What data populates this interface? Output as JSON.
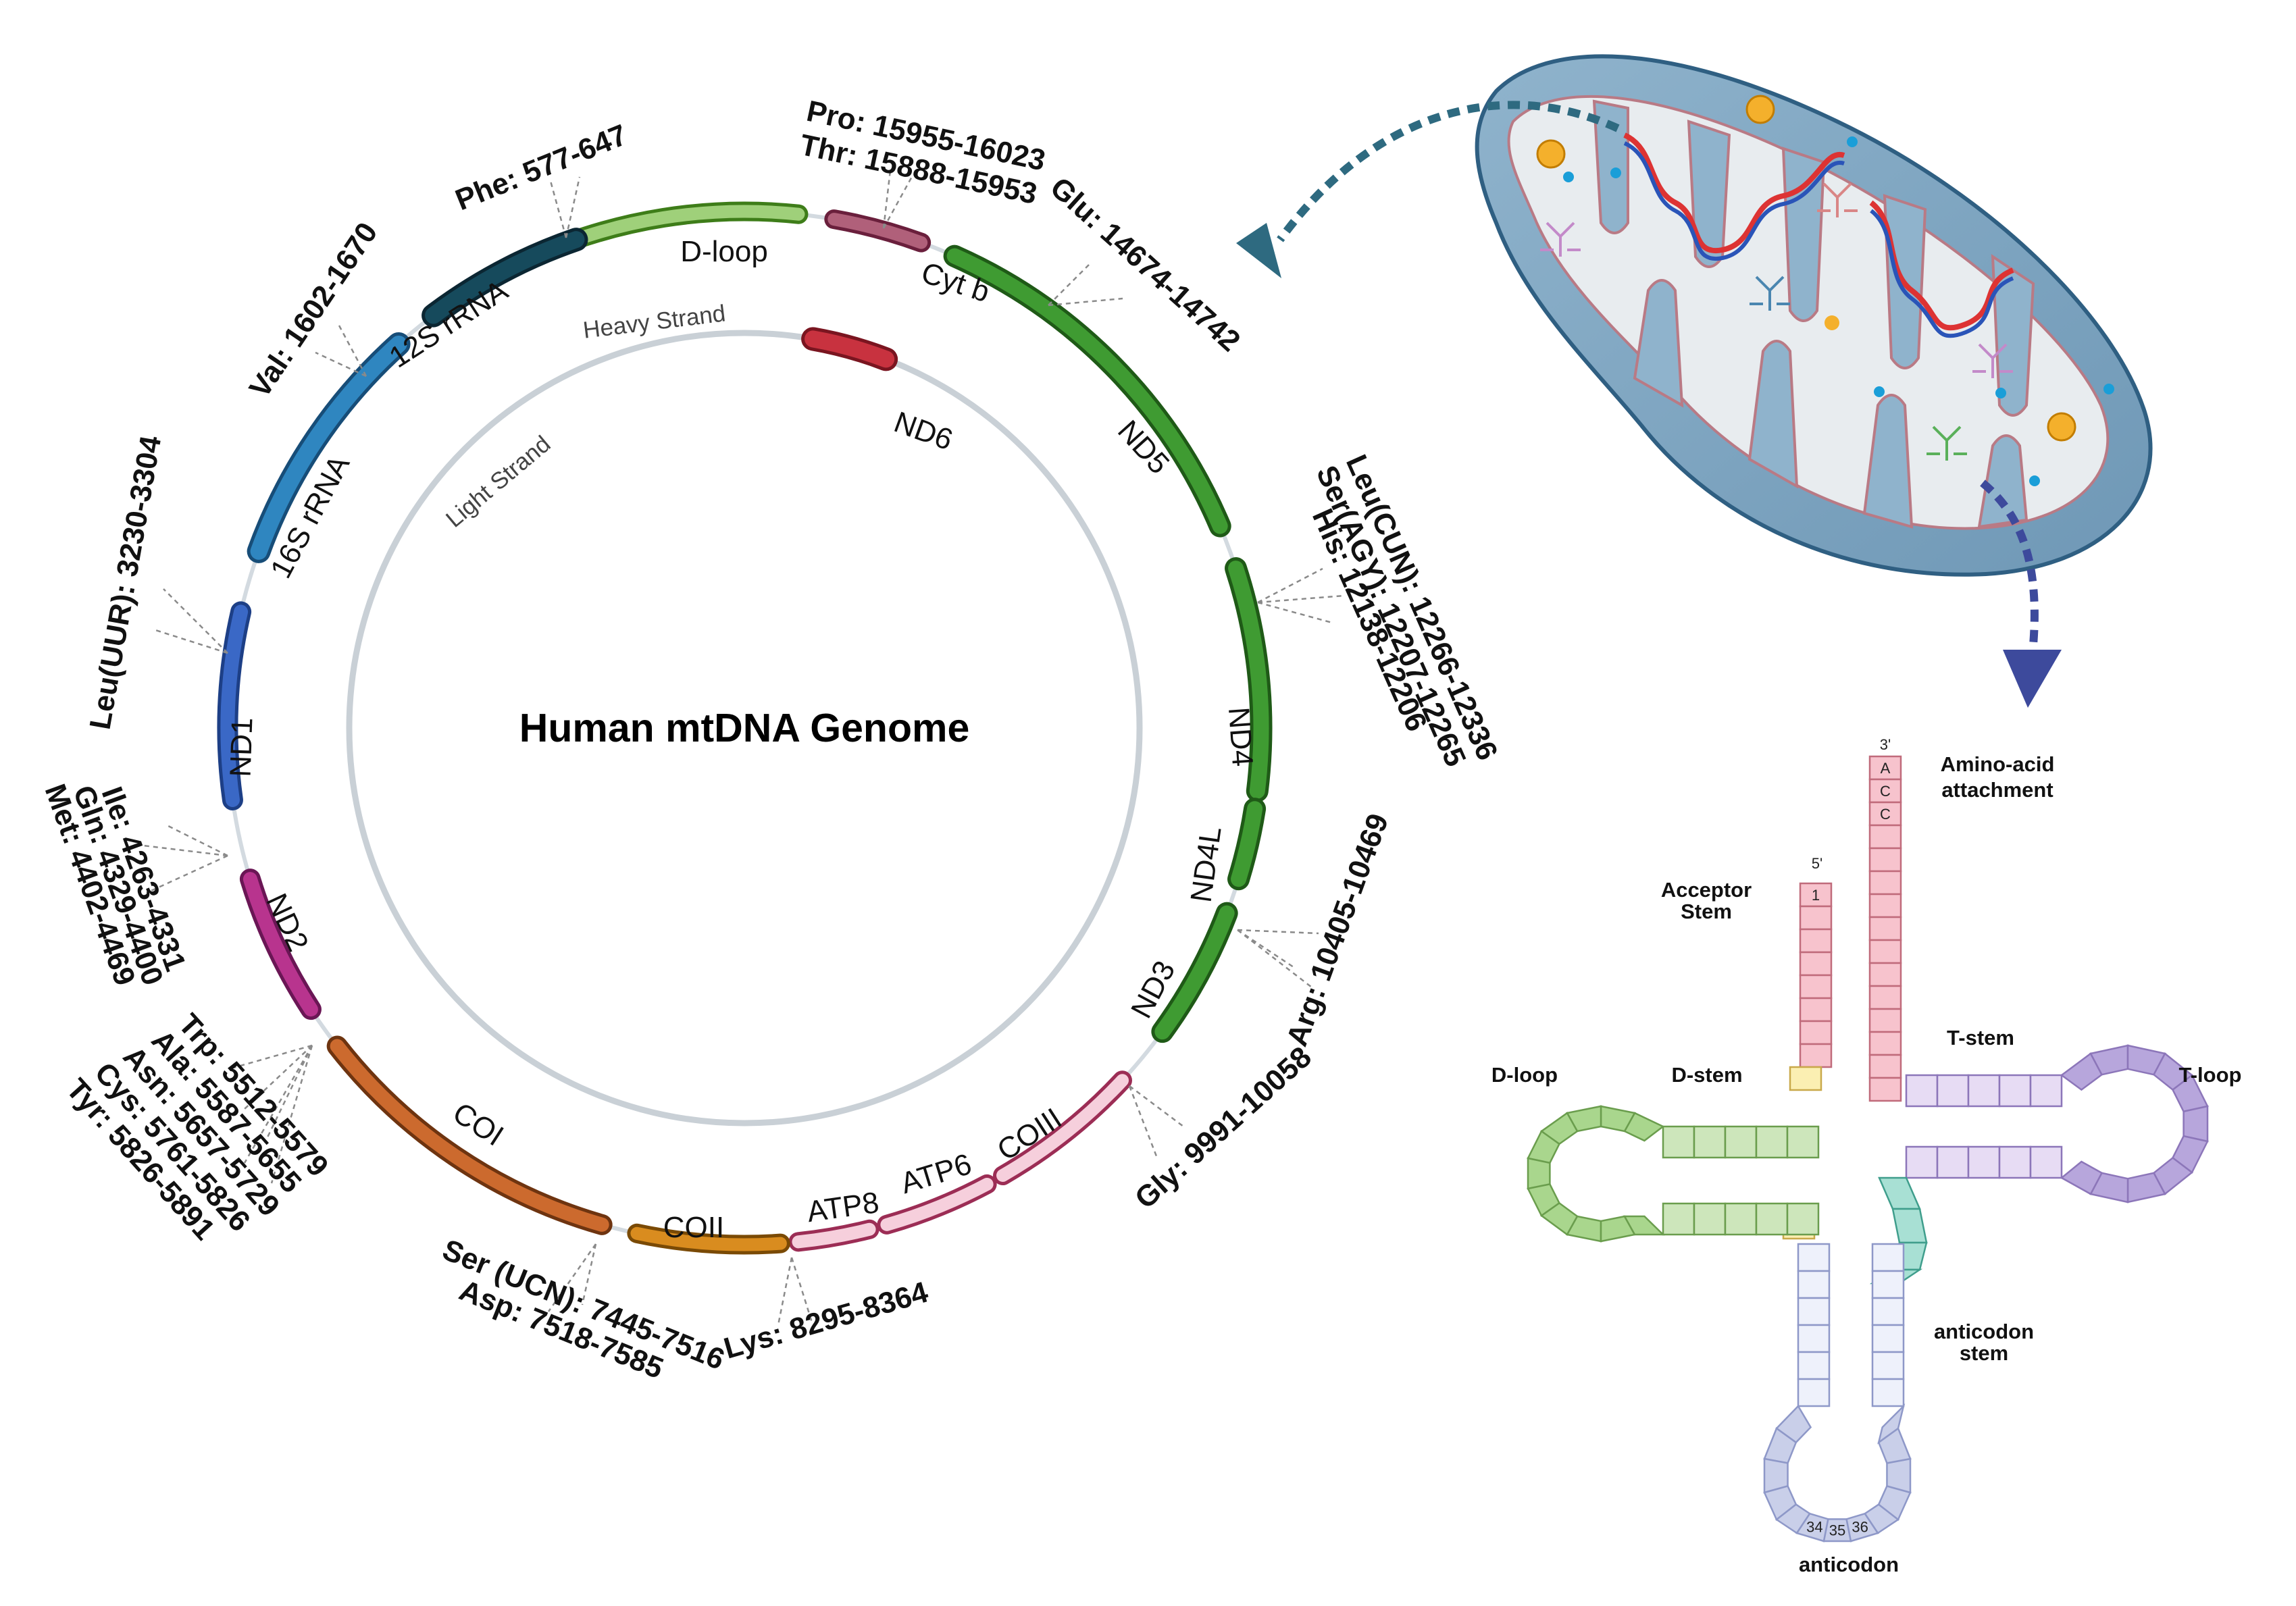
{
  "title": "Human mtDNA Genome",
  "strands": {
    "heavy": "Heavy Strand",
    "light": "Light Strand"
  },
  "genes": [
    {
      "id": "d-loop",
      "label": "D-loop",
      "color": "#9fd07a",
      "stroke": "#3e7d19"
    },
    {
      "id": "cytb",
      "label": "Cyt b",
      "color": "#b0607a",
      "stroke": "#6a1f3c"
    },
    {
      "id": "nd5",
      "label": "ND5",
      "color": "#3f9b32",
      "stroke": "#1f5a17"
    },
    {
      "id": "nd4",
      "label": "ND4",
      "color": "#3f9b32",
      "stroke": "#1f5a17"
    },
    {
      "id": "nd4l",
      "label": "ND4L",
      "color": "#3f9b32",
      "stroke": "#1f5a17"
    },
    {
      "id": "nd3",
      "label": "ND3",
      "color": "#3f9b32",
      "stroke": "#1f5a17"
    },
    {
      "id": "coiii",
      "label": "COIII",
      "color": "#f6cfdc",
      "stroke": "#9c2d55"
    },
    {
      "id": "atp6",
      "label": "ATP6",
      "color": "#f6cfdc",
      "stroke": "#9c2d55"
    },
    {
      "id": "atp8",
      "label": "ATP8",
      "color": "#f6cfdc",
      "stroke": "#9c2d55"
    },
    {
      "id": "coii",
      "label": "COII",
      "color": "#d98c1f",
      "stroke": "#7a4a05"
    },
    {
      "id": "coi",
      "label": "COI",
      "color": "#cc6a2e",
      "stroke": "#6e3410"
    },
    {
      "id": "nd2",
      "label": "ND2",
      "color": "#b8348e",
      "stroke": "#6a1655"
    },
    {
      "id": "nd1",
      "label": "ND1",
      "color": "#3a68c6",
      "stroke": "#1d3f86"
    },
    {
      "id": "16s",
      "label": "16S rRNA",
      "color": "#2f86c0",
      "stroke": "#174d78"
    },
    {
      "id": "12s",
      "label": "12S rRNA",
      "color": "#164a5c",
      "stroke": "#0b2632"
    },
    {
      "id": "nd6",
      "label": "ND6",
      "color": "#c8323f",
      "stroke": "#7a1520"
    }
  ],
  "trnas": [
    {
      "name": "Phe:",
      "range": " 577-647"
    },
    {
      "name": "Pro:",
      "range": " 15955-16023"
    },
    {
      "name": "Thr:",
      "range": " 15888-15953"
    },
    {
      "name": "Glu:",
      "range": " 14674-14742"
    },
    {
      "name": "Leu(CUN):",
      "range": " 12266-12336"
    },
    {
      "name": "Ser(AGY):",
      "range": " 12207-12265"
    },
    {
      "name": "His:",
      "range": " 12138-12206"
    },
    {
      "name": "Arg:",
      "range": " 10405-10469"
    },
    {
      "name": "Gly:",
      "range": " 9991-10058"
    },
    {
      "name": "Lys:",
      "range": " 8295-8364"
    },
    {
      "name": "Ser (UCN):",
      "range": " 7445-7516"
    },
    {
      "name": "Asp:",
      "range": " 7518-7585"
    },
    {
      "name": "Trp:",
      "range": " 5512-5579"
    },
    {
      "name": "Ala:",
      "range": " 5587-5655"
    },
    {
      "name": "Asn:",
      "range": " 5657-5729"
    },
    {
      "name": "Cys:",
      "range": " 5761-5826"
    },
    {
      "name": "Tyr:",
      "range": " 5826-5891"
    },
    {
      "name": "Ile:",
      "range": " 4263-4331"
    },
    {
      "name": "Gln:",
      "range": " 4329-4400"
    },
    {
      "name": "Met:",
      "range": " 4402-4469"
    },
    {
      "name": "Leu(UUR):",
      "range": " 3230-3304"
    },
    {
      "name": "Val:",
      "range": " 1602-1670"
    }
  ],
  "trna_structure": {
    "three_prime": "3'",
    "five_prime": "5'",
    "amino_acid_line1": "Amino-acid",
    "amino_acid_line2": "attachment",
    "acceptor_line1": "Acceptor",
    "acceptor_line2": "Stem",
    "d_loop": "D-loop",
    "d_stem": "D-stem",
    "t_stem": "T-stem",
    "t_loop": "T-loop",
    "anticodon_stem_line1": "anticodon",
    "anticodon_stem_line2": "stem",
    "anticodon": "anticodon",
    "acc_bases": [
      "A",
      "C",
      "C"
    ],
    "first_base": "1",
    "anticodon_numbers": [
      "34",
      "35",
      "36"
    ]
  }
}
